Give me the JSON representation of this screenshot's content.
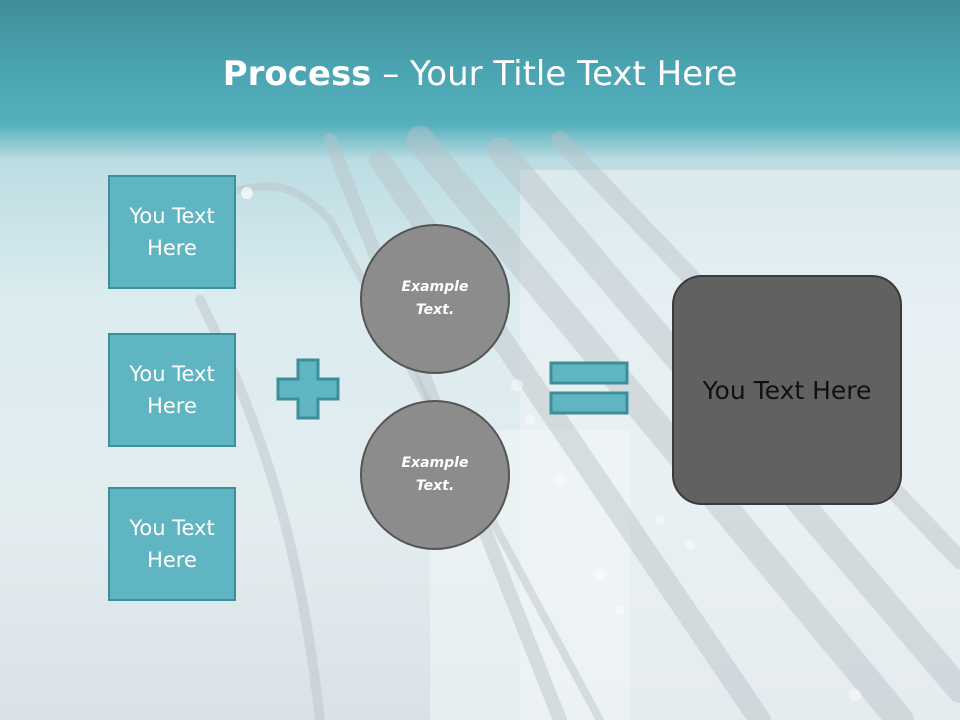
{
  "title": {
    "bold": "Process",
    "rest": " – Your Title Text Here"
  },
  "left_boxes": [
    {
      "label": "You Text Here"
    },
    {
      "label": "You Text Here"
    },
    {
      "label": "You Text Here"
    }
  ],
  "operator_plus": "plus-sign",
  "circles": [
    {
      "label": "Example Text."
    },
    {
      "label": "Example Text."
    }
  ],
  "operator_equals": "equals-sign",
  "result": {
    "label": "You Text Here"
  },
  "colors": {
    "header_teal": "#4aa4b1",
    "box_fill": "#5fb6c2",
    "box_border": "#3d8e99",
    "circle_fill": "#8c8c8c",
    "result_fill": "#616161"
  }
}
